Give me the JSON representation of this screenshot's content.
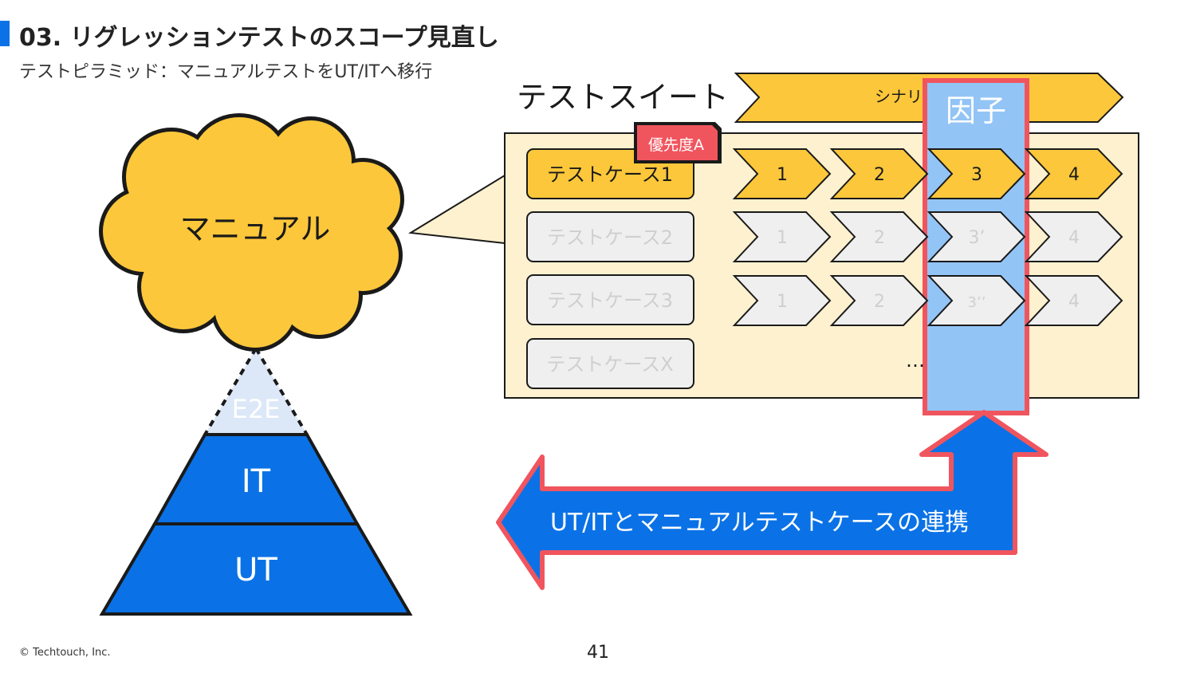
{
  "header": {
    "title": "03. リグレッションテストのスコープ見直し",
    "subtitle": "テストピラミッド：マニュアルテストをUT/ITへ移行"
  },
  "pyramid": {
    "cloud_label": "マニュアル",
    "levels": [
      "E2E",
      "IT",
      "UT"
    ]
  },
  "suite": {
    "title": "テストスイート",
    "scenario_label": "シナリオ",
    "factor_label": "因子",
    "priority_tag": "優先度A",
    "test_cases": [
      "テストケース1",
      "テストケース2",
      "テストケース3",
      "テストケースX"
    ],
    "rows": [
      [
        "1",
        "2",
        "3",
        "4"
      ],
      [
        "1",
        "2",
        "3’",
        "4"
      ],
      [
        "1",
        "2",
        "3’’",
        "4"
      ]
    ],
    "ellipsis": "…"
  },
  "link_arrow": {
    "label": "UT/ITとマニュアルテストケースの連携"
  },
  "footer": {
    "copyright": "© Techtouch, Inc.",
    "page": "41"
  },
  "colors": {
    "accent": "#0a72e6",
    "yellow": "#fcc73a",
    "pale_yellow": "#fdf1cf",
    "light_blue": "#93c4f6",
    "red": "#f0555e",
    "gray": "#efefef"
  }
}
